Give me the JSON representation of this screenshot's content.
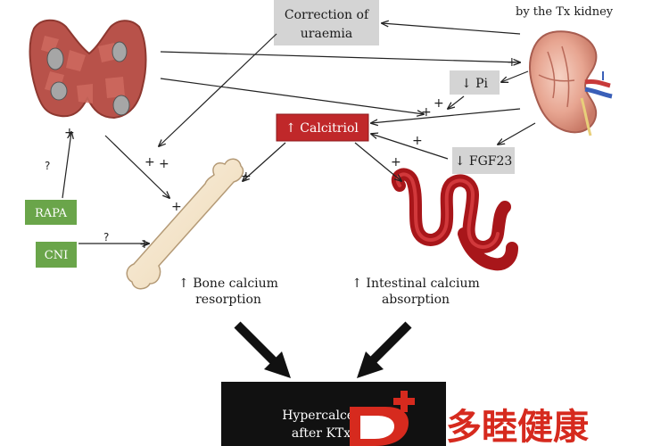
{
  "boxes": {
    "correction_line1": "Correction of",
    "correction_line2": "uraemia",
    "pi": "↓ Pi",
    "calcitriol": "↑ Calcitriol",
    "fgf23": "↓ FGF23",
    "rapa": "RAPA",
    "cni": "CNI",
    "hyper_line1": "Hypercalcer",
    "hyper_line2": "after KTx"
  },
  "labels": {
    "tx_kidney": "by the Tx kidney",
    "bone_line1": "↑ Bone calcium",
    "bone_line2": "resorption",
    "intestine_line1": "↑ Intestinal calcium",
    "intestine_line2": "absorption",
    "plus": "+",
    "question": "?"
  },
  "watermark": {
    "text": "多睦健康"
  },
  "colors": {
    "gray_box": "#d4d4d4",
    "calcitriol_box": "#c0282a",
    "green_box": "#6aa54a",
    "black_box": "#111111",
    "watermark": "#d62a1e"
  }
}
